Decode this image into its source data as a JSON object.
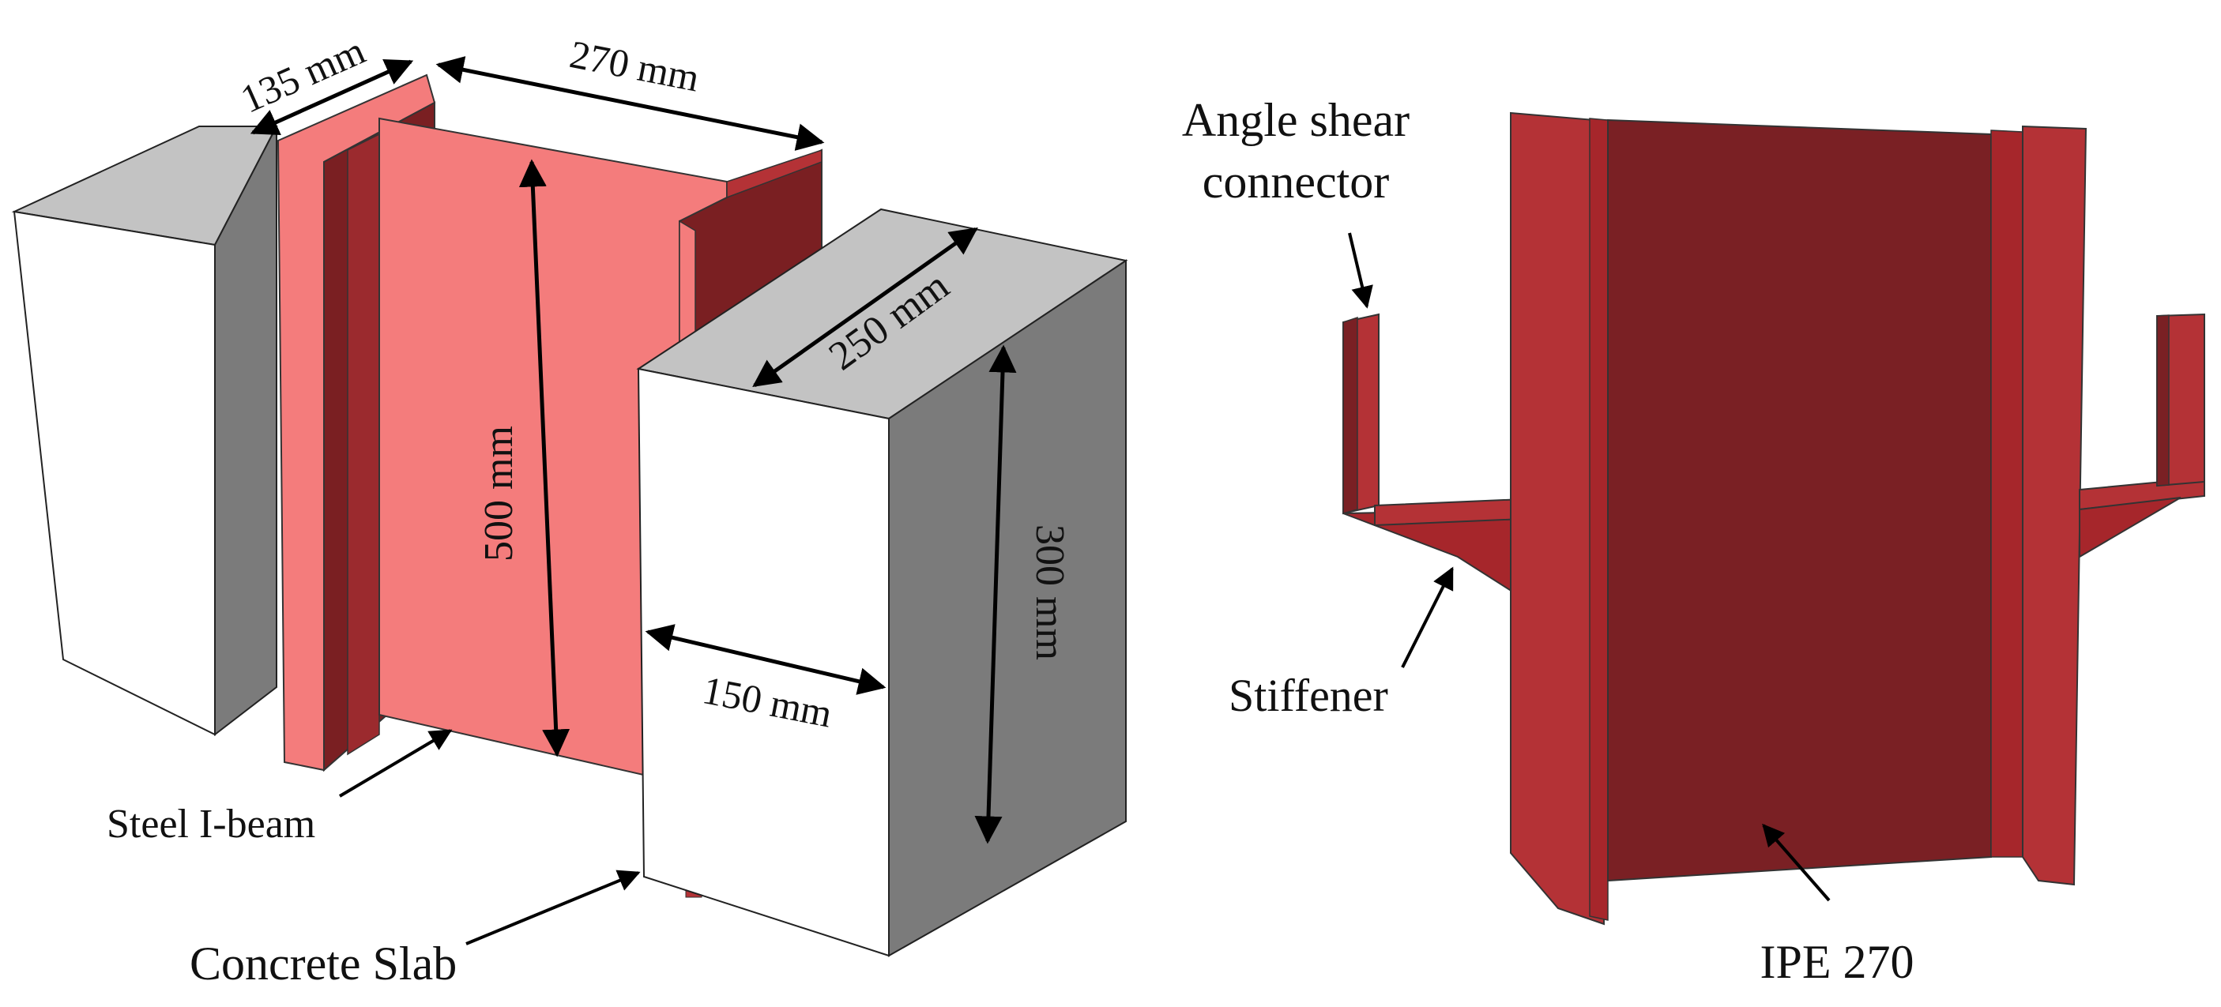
{
  "left_figure": {
    "dimensions": {
      "flange_width": "135 mm",
      "beam_width": "270 mm",
      "beam_height": "500 mm",
      "slab_depth": "250 mm",
      "slab_height": "300 mm",
      "slab_width": "150 mm"
    },
    "labels": {
      "steel_beam": "Steel I-beam",
      "concrete_slab": "Concrete Slab"
    }
  },
  "right_figure": {
    "labels": {
      "angle_connector_line1": "Angle shear",
      "angle_connector_line2": "connector",
      "stiffener": "Stiffener",
      "section": "IPE 270"
    }
  },
  "colors": {
    "steel_web_light": "#f47c7c",
    "steel_flange_dark": "#7a1f22",
    "steel_flange_mid": "#a6262b",
    "steel_red": "#b43236",
    "steel_web_dark": "#7a2024",
    "concrete_face": "#ffffff",
    "concrete_top": "#c3c3c3",
    "concrete_side": "#7b7b7b"
  }
}
